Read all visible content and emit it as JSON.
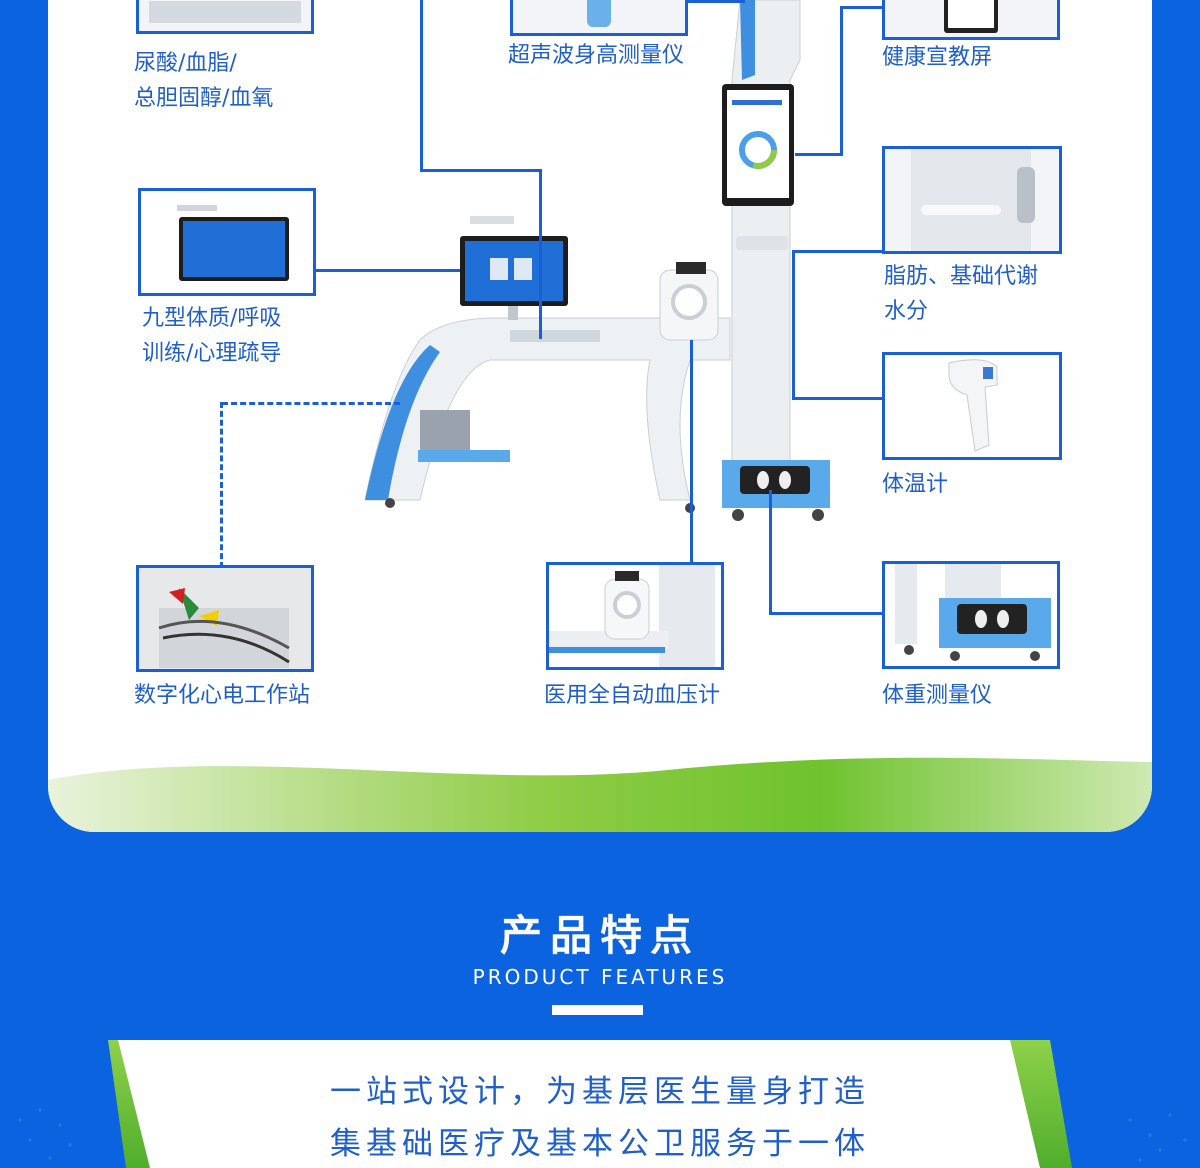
{
  "labels": {
    "uric_acid": [
      "尿酸/血脂/",
      "总胆固醇/血氧"
    ],
    "ultrasonic_height": "超声波身高测量仪",
    "health_screen": "健康宣教屏",
    "body_fat": [
      "脂肪、基础代谢",
      "水分"
    ],
    "constitution": [
      "九型体质/呼吸",
      "训练/心理疏导"
    ],
    "thermometer": "体温计",
    "ecg": "数字化心电工作站",
    "blood_pressure": "医用全自动血压计",
    "weight": "体重测量仪"
  },
  "section": {
    "title": "产品特点",
    "subtitle": "PRODUCT FEATURES"
  },
  "slogan": {
    "line1": "一站式设计，为基层医生量身打造",
    "line2": "集基础医疗及基本公卫服务于一体"
  },
  "colors": {
    "brand_blue": "#0b63e0",
    "line_blue": "#1a5fd6",
    "accent_green": "#6fc22e",
    "light_blue": "#5aa9ea"
  }
}
